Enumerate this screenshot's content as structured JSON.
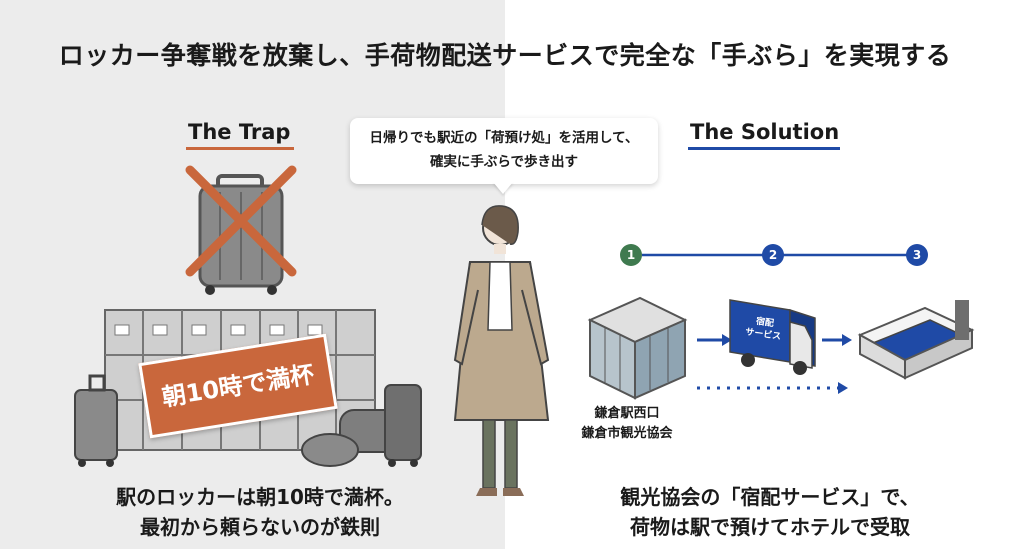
{
  "title": "ロッカー争奪戦を放棄し、手荷物配送サービスで完全な「手ぶら」を実現する",
  "left": {
    "heading": "The Trap",
    "stamp": "朝10時で満杯",
    "caption_line1": "駅のロッカーは朝10時で満杯。",
    "caption_line2": "最初から頼らないのが鉄則"
  },
  "center": {
    "bubble_line1": "日帰りでも駅近の「荷預け処」を活用して、",
    "bubble_line2": "確実に手ぶらで歩き出す"
  },
  "right": {
    "heading": "The Solution",
    "steps": [
      "1",
      "2",
      "3"
    ],
    "station_line1": "鎌倉駅西口",
    "station_line2": "鎌倉市観光協会",
    "truck_label_line1": "宿配",
    "truck_label_line2": "サービス",
    "caption_line1": "観光協会の「宿配サービス」で、",
    "caption_line2": "荷物は駅で預けてホテルで受取"
  },
  "colors": {
    "trap_accent": "#c9673c",
    "solution_accent": "#1f4aa6",
    "step1": "#3f7a4f",
    "step2": "#1f4aa6",
    "step3": "#1f4aa6"
  }
}
